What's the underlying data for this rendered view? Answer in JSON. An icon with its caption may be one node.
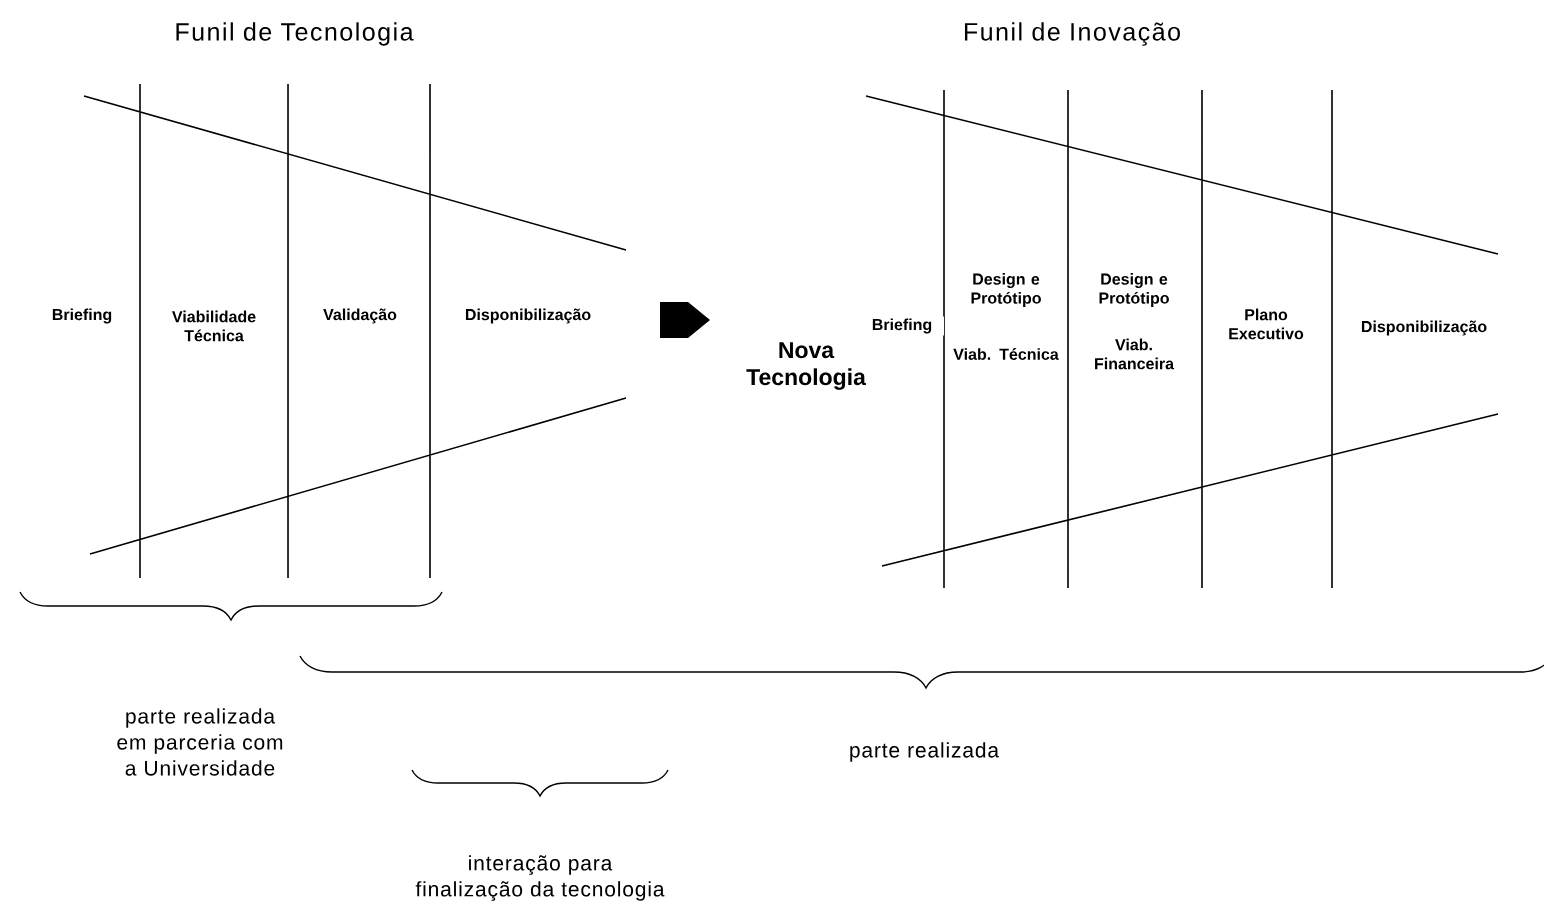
{
  "diagram": {
    "labels": [
      "Funil de Tecnologia",
      "Funil de Inovação",
      "Briefing",
      "Viabilidade Técnica",
      "Validação",
      "Disponibilização",
      "Nova Tecnologia",
      "Briefing",
      "Design e Protótipo",
      "Viab. Técnica",
      "Design e Protótipo",
      "Viab. Financeira",
      "Plano Executivo",
      "Disponibilização",
      "parte realizada em parceria com a Universidade",
      "parte realizada",
      "interação para finalização da tecnologia"
    ]
  }
}
